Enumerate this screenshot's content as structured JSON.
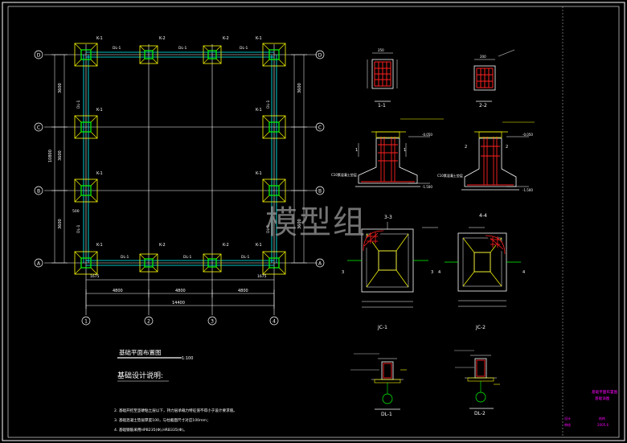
{
  "watermark": "模型组",
  "plan": {
    "title": "基础平面布置图",
    "scale": "1:100",
    "row_axes": [
      "D",
      "C",
      "B",
      "A"
    ],
    "col_axes": [
      "1",
      "2",
      "3",
      "4"
    ],
    "bay_dims": [
      "4800",
      "4800",
      "4800"
    ],
    "total_dim": "14400",
    "row_dims": [
      "3600",
      "3600",
      "3600"
    ],
    "total_row_dim": "10800",
    "footing_tags": {
      "top": [
        "K-1",
        "K-2",
        "K-2",
        "K-1"
      ],
      "middle": [
        "K-1",
        "K-1"
      ],
      "bottom": [
        "K-1",
        "K-2",
        "K-2",
        "K-1"
      ]
    },
    "beam_tag": "DL-1",
    "sub_dim": "1675",
    "small_dim": "500"
  },
  "notes": {
    "heading": "基础设计说明:",
    "lines": [
      "2. 基础开挖至坚硬粘土层以下，持力层承载力特征值不得小于设计要求值。",
      "3. 基础混凝土垫层厚度100，与柱截面尺寸对应100mm；",
      "4. 基础钢筋采用HPB235(Φ),HRB335(Φ)。"
    ]
  },
  "sections": {
    "s11": "1-1",
    "s22": "2-2",
    "s33": "3-3",
    "s44": "4-4",
    "j1": "JC-1",
    "j2": "JC-2",
    "dl1": "DL-1",
    "dl2": "DL-2",
    "label_1": "1",
    "label_2": "2",
    "label_3": "3",
    "label_4": "4",
    "elev1": "-0.050",
    "elev2": "-1.500",
    "cover_note": "C10素混凝土垫层",
    "dim_250": "250",
    "dim_200": "200"
  },
  "title_block": {
    "name_line1": "基础平面布置图",
    "name_line2": "基础详图",
    "row_a": "结构",
    "row_b": "2005.6",
    "row_c": "审核",
    "row_d": "设计"
  },
  "colors": {
    "background": "#000000",
    "footing": "#ffff00",
    "pedestal": "#00ff00",
    "beam": "#00ffff",
    "rebar": "#ff2020",
    "text": "#ffffff",
    "grid": "#ffffff",
    "title_block": "#ff00ff"
  }
}
